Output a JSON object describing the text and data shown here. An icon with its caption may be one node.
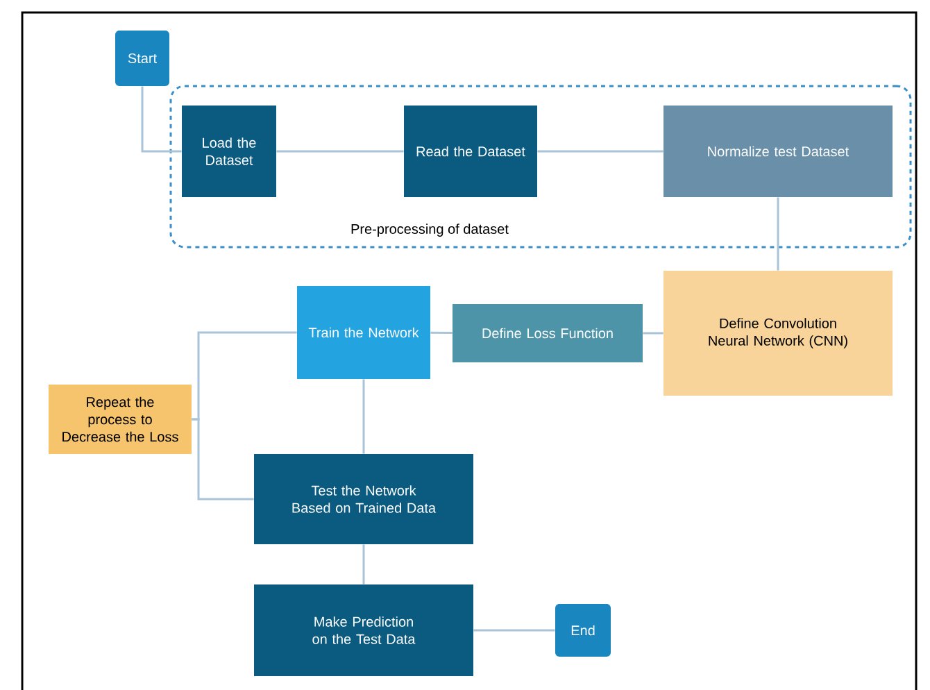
{
  "diagram": {
    "nodes": [
      {
        "text": [
          "Start"
        ]
      },
      {
        "text": [
          "Pre-processing of dataset"
        ]
      },
      {
        "text": [
          "Load the Dataset"
        ],
        "in": 1
      },
      {
        "text": [
          "Read the Dataset"
        ],
        "in": 1
      },
      {
        "text": [
          "Normalize test Dataset"
        ],
        "in": 1
      },
      {
        "text": [
          "Define Convolution Neural Network (CNN)"
        ]
      },
      {
        "text": [
          "Define Loss Function"
        ]
      },
      {
        "text": [
          "Train the Network"
        ]
      },
      {
        "text": [
          "Repeat the process to Decrease the Loss"
        ]
      },
      {
        "text": [
          "Test the Network Based on Trained Data"
        ]
      },
      {
        "text": [
          "Make Prediction on the Test Data"
        ]
      },
      {
        "text": [
          "End"
        ]
      }
    ],
    "edges": [
      {
        "from": 0,
        "to": 2,
        "arrow": "none"
      },
      {
        "from": 2,
        "to": 3,
        "arrow": "none"
      },
      {
        "from": 3,
        "to": 4,
        "arrow": "none"
      },
      {
        "from": 4,
        "to": 5,
        "arrow": "none"
      },
      {
        "from": 5,
        "to": 6,
        "arrow": "none"
      },
      {
        "from": 6,
        "to": 7,
        "arrow": "none"
      },
      {
        "from": 8,
        "to": 7,
        "arrow": "none"
      },
      {
        "from": 8,
        "to": 9,
        "arrow": "none"
      },
      {
        "from": 7,
        "to": 9,
        "arrow": "none"
      },
      {
        "from": 9,
        "to": 10,
        "arrow": "none"
      },
      {
        "from": 10,
        "to": 11,
        "arrow": "none"
      }
    ]
  }
}
